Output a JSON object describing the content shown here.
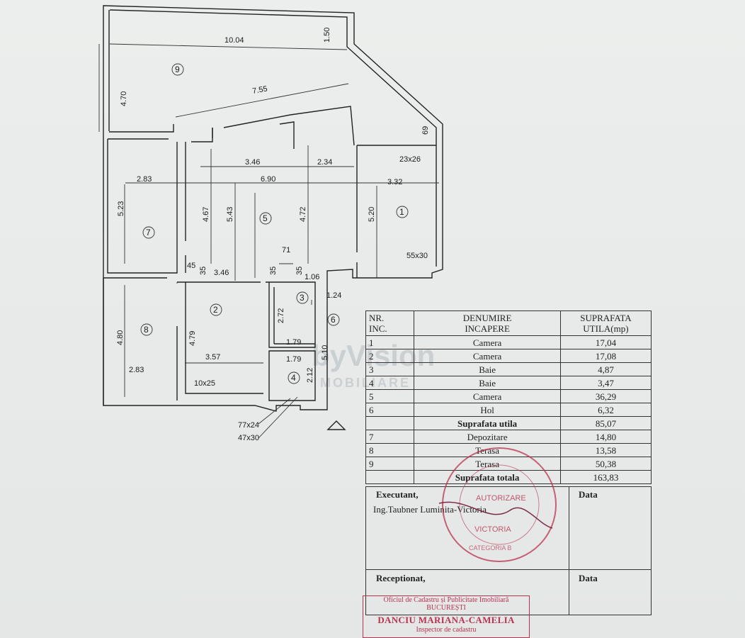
{
  "plan": {
    "dims": {
      "d1": "10.04",
      "d2": "1.50",
      "d3": "7.55",
      "d4": "4.70",
      "d5": "69",
      "d6": "23x26",
      "d7": "3.46",
      "d8": "2.34",
      "d9": "2.83",
      "d10": "6.90",
      "d11": "3.32",
      "d12": "5.23",
      "d13": "4.67",
      "d14": "5.43",
      "d15": "4.72",
      "d16": "5.20",
      "d17": "55x30",
      "d18": "71",
      "d19": "45",
      "d20": "35",
      "d21": "3.46",
      "d22": "35",
      "d23": "35",
      "d24": "1.06",
      "d25": "1.24",
      "d26": "2.72",
      "d27": "4.80",
      "d28": "4.79",
      "d29": "1.79",
      "d30": "1.79",
      "d31": "5.10",
      "d32": "3.57",
      "d33": "2.12",
      "d34": "2.83",
      "d35": "10x25",
      "d36": "77x24",
      "d37": "47x30"
    },
    "rooms": [
      "1",
      "2",
      "3",
      "4",
      "5",
      "6",
      "7",
      "8",
      "9"
    ]
  },
  "table": {
    "h1": "NR.",
    "h1b": "INC.",
    "h2": "DENUMIRE",
    "h2b": "INCAPERE",
    "h3": "SUPRAFATA",
    "h3b": "UTILA(mp)",
    "rows": [
      {
        "n": "1",
        "name": "Camera",
        "area": "17,04"
      },
      {
        "n": "2",
        "name": "Camera",
        "area": "17,08"
      },
      {
        "n": "3",
        "name": "Baie",
        "area": "4,87"
      },
      {
        "n": "4",
        "name": "Baie",
        "area": "3,47"
      },
      {
        "n": "5",
        "name": "Camera",
        "area": "36,29"
      },
      {
        "n": "6",
        "name": "Hol",
        "area": "6,32"
      }
    ],
    "subtotal_label": "Suprafata utila",
    "subtotal": "85,07",
    "rows2": [
      {
        "n": "7",
        "name": "Depozitare",
        "area": "14,80"
      },
      {
        "n": "8",
        "name": "Terasa",
        "area": "13,58"
      },
      {
        "n": "9",
        "name": "Terasa",
        "area": "50,38"
      }
    ],
    "total_label": "Suprafata totala",
    "total": "163,83"
  },
  "signatures": {
    "executant": "Executant,",
    "data1": "Data",
    "engineer": "Ing.Taubner Luminita-Victoria",
    "receptionat": "Receptionat,",
    "data2": "Data"
  },
  "inspector": {
    "office": "Oficiul de Cadastru și Publicitate Imobiliară",
    "city": "BUCUREȘTI",
    "name": "DANCIU MARIANA-CAMELIA",
    "role": "Inspector de cadastru"
  },
  "stamp": {
    "line1": "AUTORIZARE",
    "line2": "VICTORIA",
    "line3": "CATEGORIA B"
  },
  "watermark": {
    "main": "byVision",
    "sub": "MOBILIARE"
  },
  "colors": {
    "stamp": "#b9324f",
    "ink": "#222222"
  }
}
